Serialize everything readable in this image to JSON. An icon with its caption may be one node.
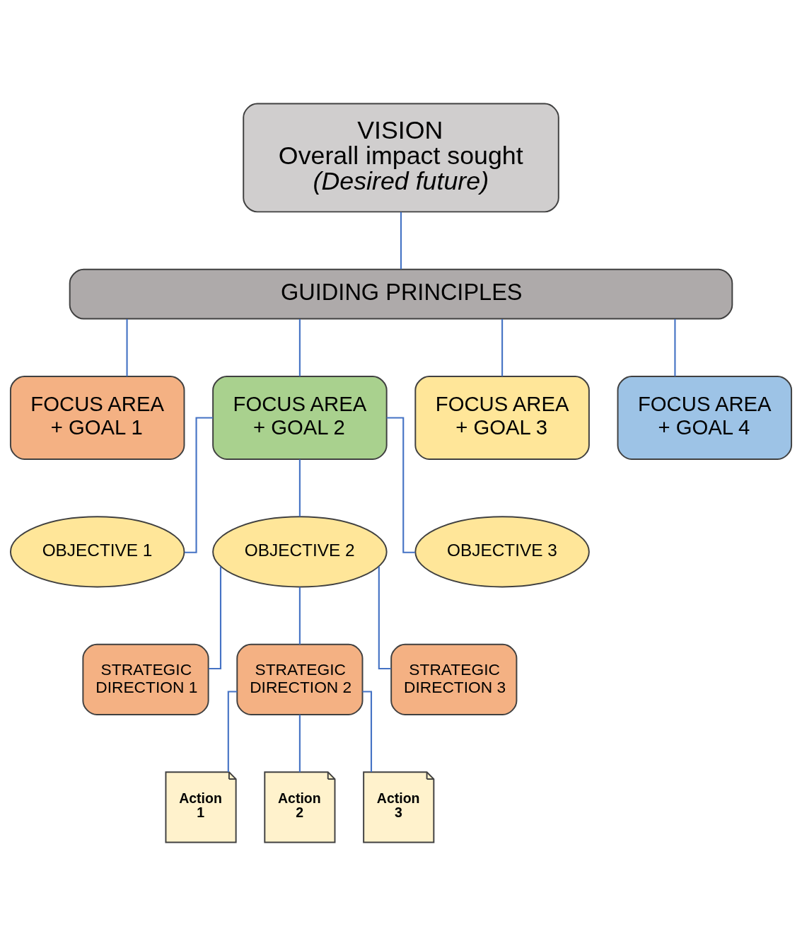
{
  "diagram": {
    "nodes": [
      {
        "text": [
          "VISION",
          "Overall impact sought",
          "(Desired future)"
        ]
      },
      {
        "text": [
          "GUIDING PRINCIPLES"
        ]
      },
      {
        "text": [
          "FOCUS AREA + GOAL 1"
        ]
      },
      {
        "text": [
          "FOCUS AREA + GOAL 2"
        ]
      },
      {
        "text": [
          "FOCUS AREA + GOAL 3"
        ]
      },
      {
        "text": [
          "FOCUS AREA + GOAL 4"
        ]
      },
      {
        "text": [
          "OBJECTIVE 1"
        ]
      },
      {
        "text": [
          "OBJECTIVE 2"
        ]
      },
      {
        "text": [
          "OBJECTIVE 3"
        ]
      },
      {
        "text": [
          "STRATEGIC DIRECTION 1"
        ]
      },
      {
        "text": [
          "STRATEGIC DIRECTION 2"
        ]
      },
      {
        "text": [
          "STRATEGIC DIRECTION 3"
        ]
      },
      {
        "text": [
          "Action 1"
        ]
      },
      {
        "text": [
          "Action 2"
        ]
      },
      {
        "text": [
          "Action 3"
        ]
      }
    ],
    "edges": [
      {
        "from": 0,
        "to": 1,
        "arrow": "none"
      },
      {
        "from": 1,
        "to": 2,
        "arrow": "none"
      },
      {
        "from": 1,
        "to": 3,
        "arrow": "none"
      },
      {
        "from": 1,
        "to": 4,
        "arrow": "none"
      },
      {
        "from": 1,
        "to": 5,
        "arrow": "none"
      },
      {
        "from": 3,
        "to": 6,
        "arrow": "none"
      },
      {
        "from": 3,
        "to": 7,
        "arrow": "none"
      },
      {
        "from": 3,
        "to": 8,
        "arrow": "none"
      },
      {
        "from": 7,
        "to": 9,
        "arrow": "none"
      },
      {
        "from": 7,
        "to": 10,
        "arrow": "none"
      },
      {
        "from": 7,
        "to": 11,
        "arrow": "none"
      },
      {
        "from": 10,
        "to": 12,
        "arrow": "none"
      },
      {
        "from": 10,
        "to": 13,
        "arrow": "none"
      },
      {
        "from": 10,
        "to": 14,
        "arrow": "none"
      }
    ]
  }
}
